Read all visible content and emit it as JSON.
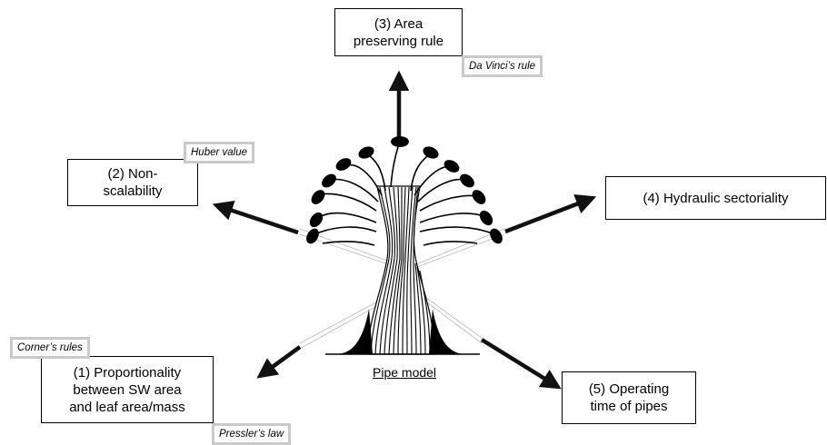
{
  "principles": {
    "p1": {
      "lines": [
        "(1) Proportionality",
        "between SW area",
        "and leaf area/mass"
      ]
    },
    "p2": {
      "lines": [
        "(2) Non-",
        "scalability"
      ]
    },
    "p3": {
      "lines": [
        "(3) Area",
        "preserving rule"
      ]
    },
    "p4": {
      "lines": [
        "(4) Hydraulic sectoriality"
      ]
    },
    "p5": {
      "lines": [
        "(5) Operating",
        "time of pipes"
      ]
    }
  },
  "notes": {
    "corner": "Corner’s rules",
    "pressler": "Pressler’s law",
    "huber": "Huber value",
    "davinci": "Da Vinci’s rule"
  },
  "caption": "Pipe model",
  "colors": {
    "arrow": "#111111",
    "note_border": "#c9c9c9",
    "tree": "#000000"
  }
}
